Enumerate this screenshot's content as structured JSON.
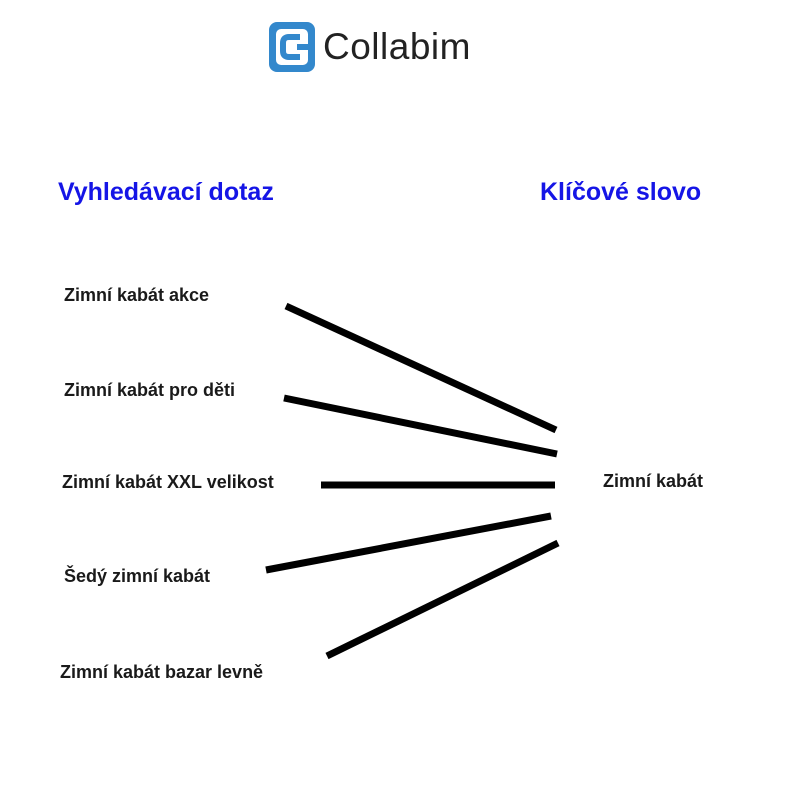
{
  "logo": {
    "text": "Collabim",
    "brand_color": "#3388cc"
  },
  "headings": {
    "left": "Vyhledávací dotaz",
    "right": "Klíčové slovo",
    "color": "#1515e6"
  },
  "queries": [
    "Zimní kabát akce",
    "Zimní kabát pro děti",
    "Zimní kabát XXL velikost",
    "Šedý zimní kabát",
    "Zimní kabát bazar levně"
  ],
  "keyword": "Zimní kabát"
}
